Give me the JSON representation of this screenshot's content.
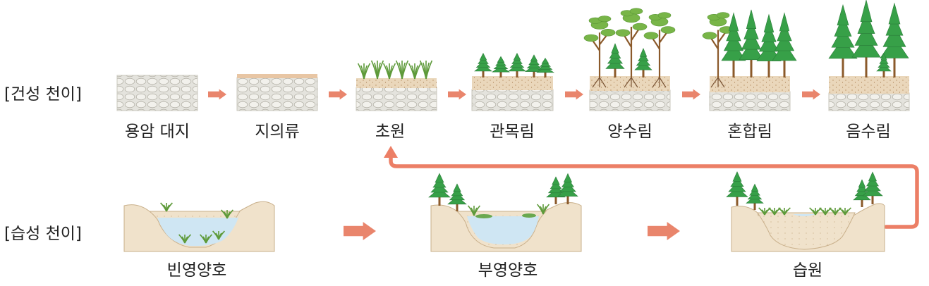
{
  "rows": {
    "dry": {
      "label": "[건성 천이]",
      "stages": [
        "용암 대지",
        "지의류",
        "초원",
        "관목림",
        "양수림",
        "혼합림",
        "음수림"
      ]
    },
    "wet": {
      "label": "[습성 천이]",
      "stages": [
        "빈영양호",
        "부영양호",
        "습원"
      ]
    }
  },
  "colors": {
    "arrow": "#e9856c",
    "connector": "#ec7f66",
    "soil_top": "#e7c3a3",
    "rock": "#e2e2dc",
    "basin": "#f1e4cf",
    "water": "#cfe6f3",
    "conifer": "#37a048",
    "leafy": "#78b548",
    "trunk": "#8b5a2b",
    "grass": "#5e9a3a"
  },
  "icons": {
    "transition_arrow": "right-arrow-icon",
    "loop_arrow": "up-arrow-icon"
  }
}
